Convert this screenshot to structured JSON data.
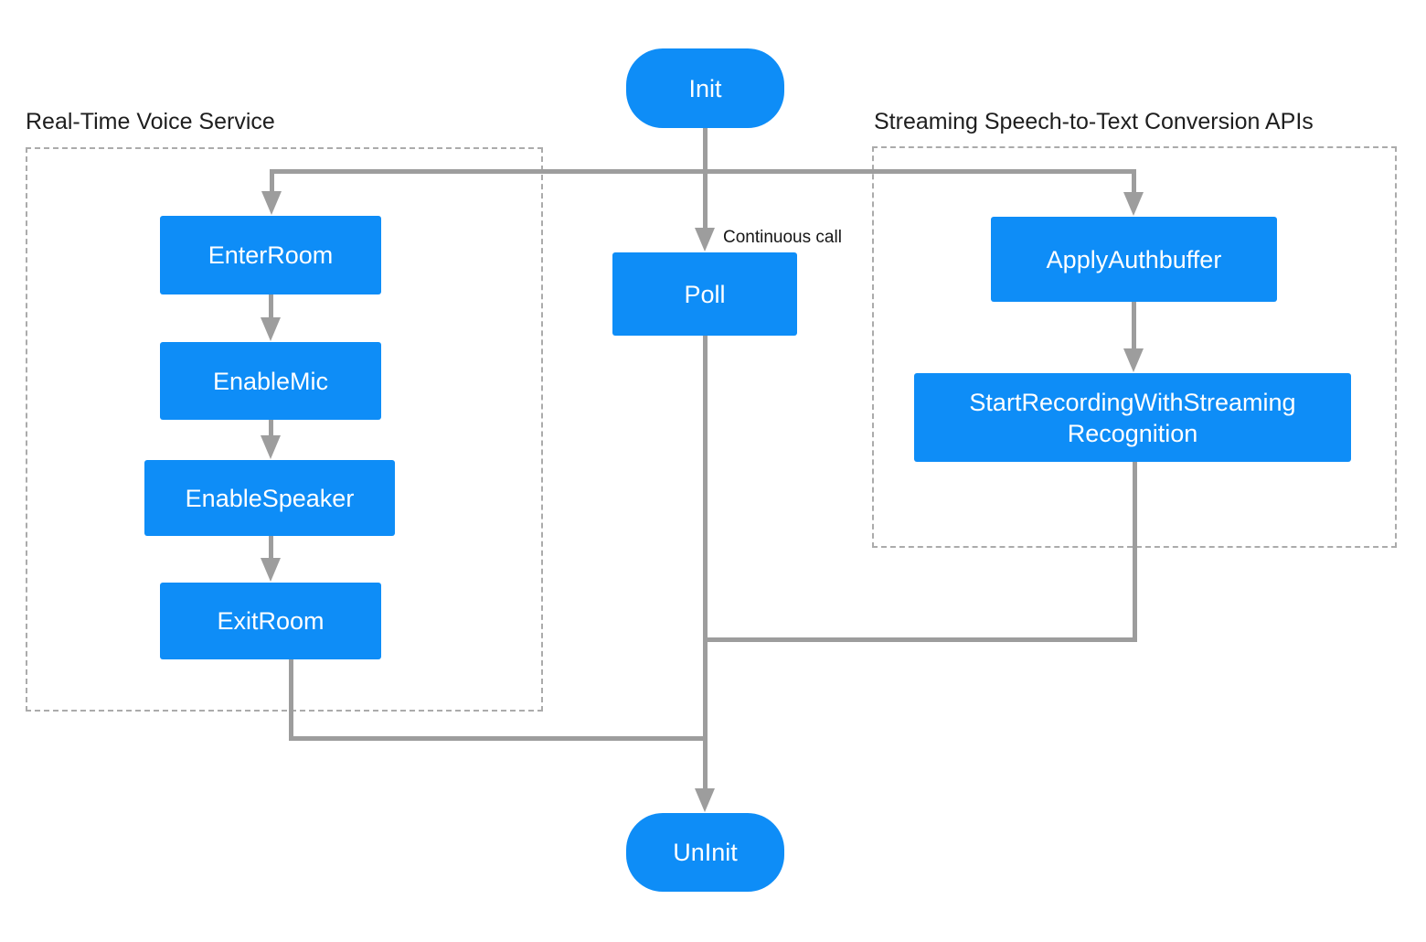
{
  "diagram": {
    "groups": [
      {
        "id": "real-time-voice-service",
        "title": "Real-Time Voice Service"
      },
      {
        "id": "streaming-stt-apis",
        "title": "Streaming Speech-to-Text Conversion APIs"
      }
    ],
    "annotation": {
      "continuous_call": "Continuous call"
    },
    "nodes": {
      "init": {
        "label": "Init",
        "shape": "rounded"
      },
      "enter_room": {
        "label": "EnterRoom",
        "shape": "rect",
        "group": "real-time-voice-service"
      },
      "enable_mic": {
        "label": "EnableMic",
        "shape": "rect",
        "group": "real-time-voice-service"
      },
      "enable_speaker": {
        "label": "EnableSpeaker",
        "shape": "rect",
        "group": "real-time-voice-service"
      },
      "exit_room": {
        "label": "ExitRoom",
        "shape": "rect",
        "group": "real-time-voice-service"
      },
      "poll": {
        "label": "Poll",
        "shape": "rect"
      },
      "apply_authbuffer": {
        "label": "ApplyAuthbuffer",
        "shape": "rect",
        "group": "streaming-stt-apis"
      },
      "start_recording": {
        "label_line1": "StartRecordingWithStreaming",
        "label_line2": "Recognition",
        "shape": "rect",
        "group": "streaming-stt-apis"
      },
      "uninit": {
        "label": "UnInit",
        "shape": "rounded"
      }
    },
    "edges": [
      {
        "from": "Init",
        "to": "EnterRoom"
      },
      {
        "from": "Init",
        "to": "Poll",
        "label": "Continuous call"
      },
      {
        "from": "Init",
        "to": "ApplyAuthbuffer"
      },
      {
        "from": "EnterRoom",
        "to": "EnableMic"
      },
      {
        "from": "EnableMic",
        "to": "EnableSpeaker"
      },
      {
        "from": "EnableSpeaker",
        "to": "ExitRoom"
      },
      {
        "from": "ApplyAuthbuffer",
        "to": "StartRecordingWithStreamingRecognition"
      },
      {
        "from": "ExitRoom",
        "to": "UnInit"
      },
      {
        "from": "Poll",
        "to": "UnInit"
      },
      {
        "from": "StartRecordingWithStreamingRecognition",
        "to": "UnInit"
      }
    ],
    "colors": {
      "node_fill": "#0e8df7",
      "node_text": "#ffffff",
      "connector": "#9d9d9d",
      "container_border": "#ababab",
      "title_text": "#1e1e1e",
      "background": "#ffffff"
    }
  }
}
